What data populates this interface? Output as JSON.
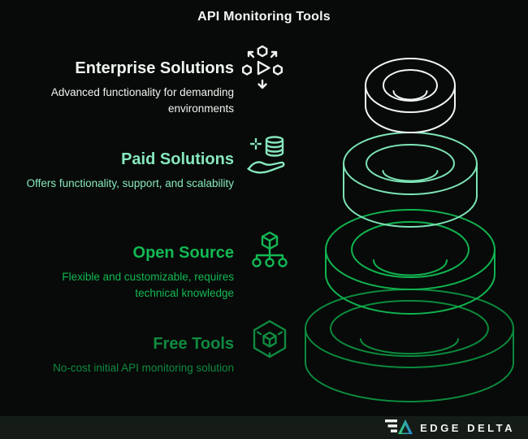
{
  "title": "API Monitoring Tools",
  "colors": {
    "background": "#070a08",
    "footer_background": "#151c17",
    "title": "#f3f7f4"
  },
  "tiers": [
    {
      "name": "Enterprise Solutions",
      "description": "Advanced functionality for demanding environments",
      "color": "#eef4ef",
      "icon": "distribute-nodes-icon"
    },
    {
      "name": "Paid Solutions",
      "description": "Offers functionality, support, and scalability",
      "color": "#87e7be",
      "icon": "hand-holding-database-icon"
    },
    {
      "name": "Open Source",
      "description": "Flexible and customizable, requires technical knowledge",
      "color": "#13b853",
      "icon": "cube-network-icon"
    },
    {
      "name": "Free Tools",
      "description": "No-cost initial API monitoring solution",
      "color": "#0f8a40",
      "icon": "cube-in-hexagon-icon"
    }
  ],
  "rings": [
    {
      "label": "Enterprise Solutions",
      "color": "#f0f7f2"
    },
    {
      "label": "Paid Solutions",
      "color": "#7de3b6"
    },
    {
      "label": "Open Source",
      "color": "#11b350"
    },
    {
      "label": "Free Tools",
      "color": "#0c8a3d"
    }
  ],
  "brand": {
    "name": "EDGE DELTA",
    "logo_gradient_start": "#35d173",
    "logo_gradient_end": "#2b82d9"
  }
}
